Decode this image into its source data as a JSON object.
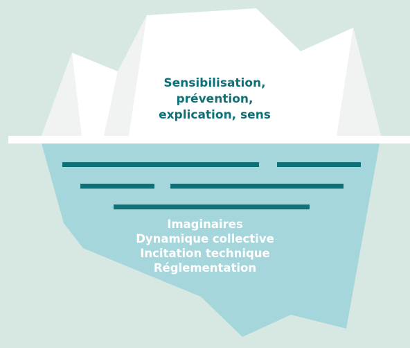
{
  "colors": {
    "background": "#d7e8e2",
    "iceberg_top": "#ffffff",
    "iceberg_top_shade": "#f1f2f2",
    "iceberg_bottom": "#a5d6db",
    "water_line": "#ffffff",
    "dashes": "#0e7178",
    "top_text": "#0e7178",
    "bottom_text": "#ffffff"
  },
  "above_water": {
    "lines": [
      "Sensibilisation,",
      "prévention,",
      "explication, sens"
    ]
  },
  "below_water": {
    "lines": [
      "Imaginaires",
      "Dynamique collective",
      "Incitation technique",
      "Réglementation"
    ]
  }
}
